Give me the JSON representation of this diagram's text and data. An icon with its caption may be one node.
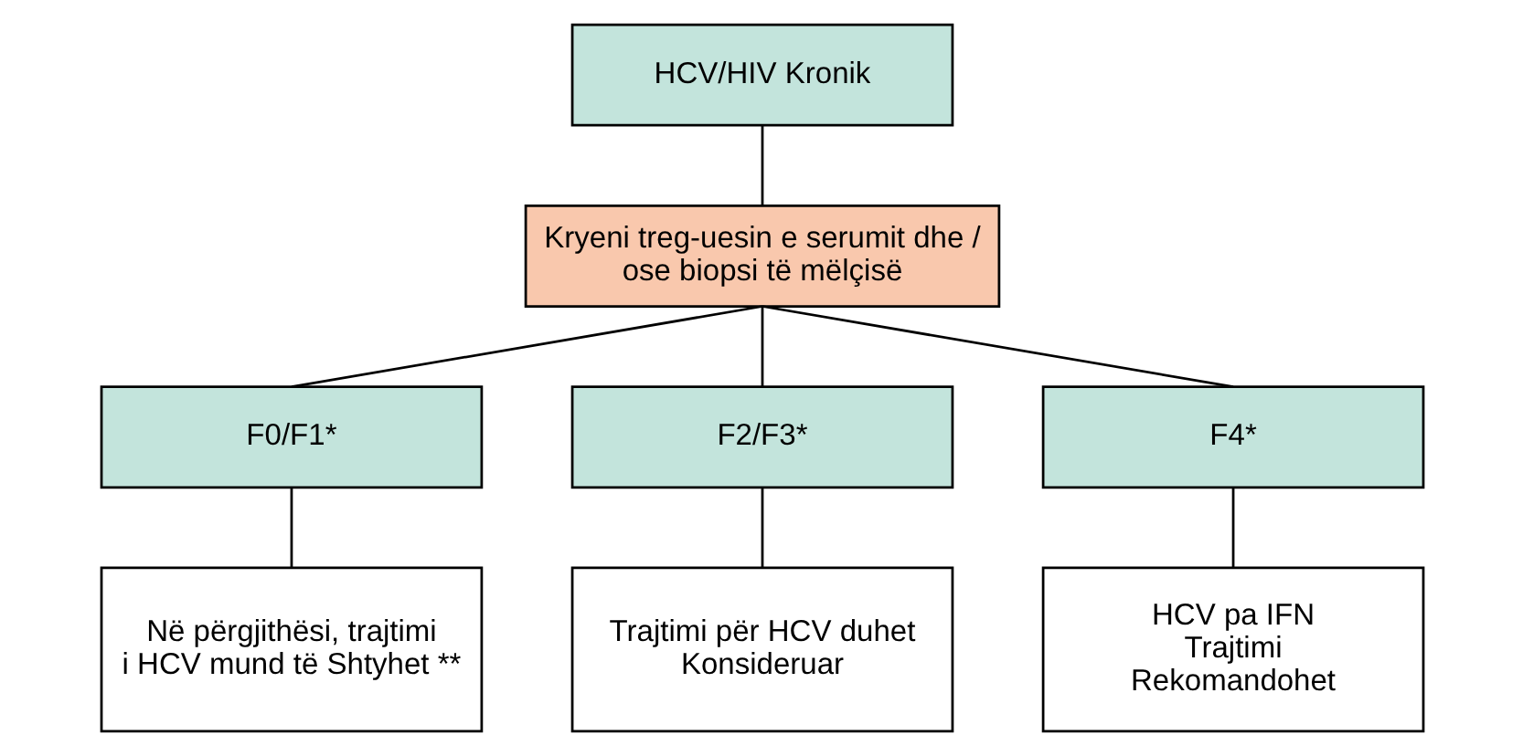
{
  "diagram": {
    "nodes": [
      {
        "text": [
          "HCV/HIV Kronik"
        ]
      },
      {
        "text": [
          "Kryeni treg-uesin e serumit dhe / ose biopsi të mëlçisë"
        ]
      },
      {
        "text": [
          "F0/F1*"
        ]
      },
      {
        "text": [
          "F2/F3*"
        ]
      },
      {
        "text": [
          "F4*"
        ]
      },
      {
        "text": [
          "Në përgjithësi, trajtimi i HCV mund të Shtyhet **"
        ]
      },
      {
        "text": [
          "Trajtimi për HCV duhet Konsideruar"
        ]
      },
      {
        "text": [
          "HCV pa IFN Trajtimi Rekomandohet"
        ]
      }
    ],
    "edges": [
      {
        "from": 0,
        "to": 1,
        "arrow": "none"
      },
      {
        "from": 1,
        "to": 2,
        "arrow": "none"
      },
      {
        "from": 1,
        "to": 3,
        "arrow": "none"
      },
      {
        "from": 1,
        "to": 4,
        "arrow": "none"
      },
      {
        "from": 2,
        "to": 5,
        "arrow": "none"
      },
      {
        "from": 3,
        "to": 6,
        "arrow": "none"
      },
      {
        "from": 4,
        "to": 7,
        "arrow": "none"
      }
    ]
  }
}
